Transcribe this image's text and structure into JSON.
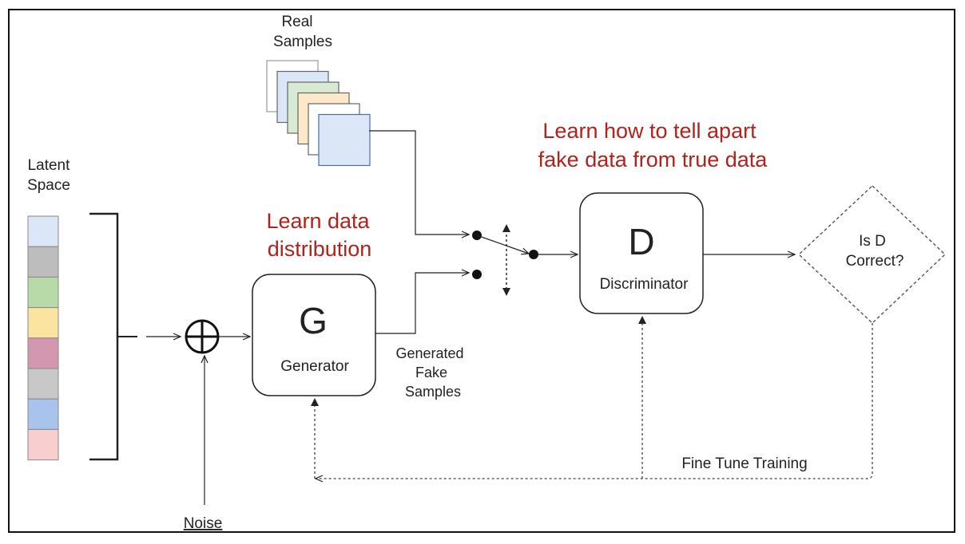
{
  "real_samples": {
    "line1": "Real",
    "line2": "Samples"
  },
  "latent_space": {
    "line1": "Latent",
    "line2": "Space"
  },
  "noise_label": "Noise",
  "generator": {
    "letter": "G",
    "name": "Generator"
  },
  "discriminator": {
    "letter": "D",
    "name": "Discriminator"
  },
  "decision": {
    "line1": "Is D",
    "line2": "Correct?"
  },
  "fake_samples": {
    "line1": "Generated",
    "line2": "Fake",
    "line3": "Samples"
  },
  "annotations": {
    "generator_goal": {
      "line1": "Learn data",
      "line2": "distribution"
    },
    "discriminator_goal": {
      "line1": "Learn how to tell apart",
      "line2": "fake data from true data"
    }
  },
  "feedback_label": "Fine Tune Training",
  "colors": {
    "annotation": "#b0231c",
    "latent_cells": [
      "#dbe7f7",
      "#bdbdbd",
      "#b8d9a8",
      "#fbe3a0",
      "#d497b0",
      "#c8c8c8",
      "#a8c4ec",
      "#f7cfcf"
    ],
    "sample_sheets": [
      "#ffffff",
      "#dbe7f7",
      "#d9ead3",
      "#fde9c9",
      "#ffffff",
      "#dbe7f7"
    ]
  }
}
